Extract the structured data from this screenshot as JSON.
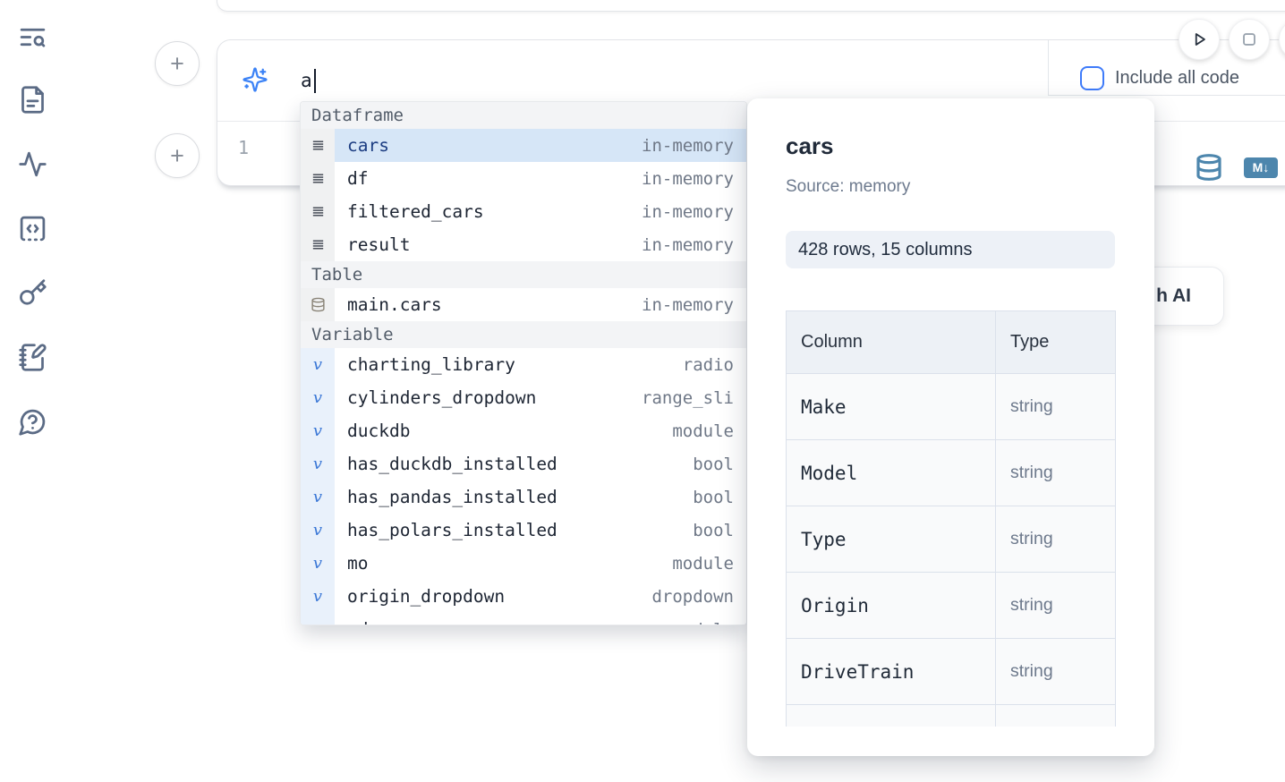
{
  "colors": {
    "accent_blue": "#3b82f6",
    "checkbox_blue": "#3e7bfa",
    "selection_bg": "#d6e6f7",
    "selection_text": "#1c3d82",
    "sidebar_icon": "#5b6b85",
    "steel_blue": "#4d86ad",
    "badge_bg": "#edf1f7",
    "table_header_bg": "#edf1f6"
  },
  "sidebar": {
    "icons": [
      "list-search-icon",
      "file-icon",
      "activity-icon",
      "code-square-icon",
      "key-icon",
      "notebook-pen-icon",
      "help-circle-icon"
    ]
  },
  "cell": {
    "add_button_label": "+",
    "ai_prompt": {
      "value": "a"
    },
    "include_all_code": {
      "label": "Include all code",
      "checked": false
    },
    "editor": {
      "line_number": "1",
      "markdown_badge": "M↓"
    }
  },
  "autocomplete": {
    "variable_glyph": "v",
    "sections": [
      {
        "label": "Dataframe",
        "items": [
          {
            "name": "cars",
            "type": "in-memory",
            "selected": true
          },
          {
            "name": "df",
            "type": "in-memory"
          },
          {
            "name": "filtered_cars",
            "type": "in-memory"
          },
          {
            "name": "result",
            "type": "in-memory"
          }
        ]
      },
      {
        "label": "Table",
        "items": [
          {
            "name": "main.cars",
            "type": "in-memory"
          }
        ]
      },
      {
        "label": "Variable",
        "items": [
          {
            "name": "charting_library",
            "type": "radio"
          },
          {
            "name": "cylinders_dropdown",
            "type": "range_sli"
          },
          {
            "name": "duckdb",
            "type": "module"
          },
          {
            "name": "has_duckdb_installed",
            "type": "bool"
          },
          {
            "name": "has_pandas_installed",
            "type": "bool"
          },
          {
            "name": "has_polars_installed",
            "type": "bool"
          },
          {
            "name": "mo",
            "type": "module"
          },
          {
            "name": "origin_dropdown",
            "type": "dropdown"
          },
          {
            "name": "pd",
            "type": "module"
          }
        ]
      }
    ]
  },
  "preview": {
    "title": "cars",
    "source": "Source: memory",
    "shape": "428 rows, 15 columns",
    "table": {
      "headers": [
        "Column",
        "Type"
      ],
      "rows": [
        [
          "Make",
          "string"
        ],
        [
          "Model",
          "string"
        ],
        [
          "Type",
          "string"
        ],
        [
          "Origin",
          "string"
        ],
        [
          "DriveTrain",
          "string"
        ],
        [
          "",
          ""
        ]
      ]
    }
  },
  "ai_button": {
    "partial_label": "h AI"
  }
}
